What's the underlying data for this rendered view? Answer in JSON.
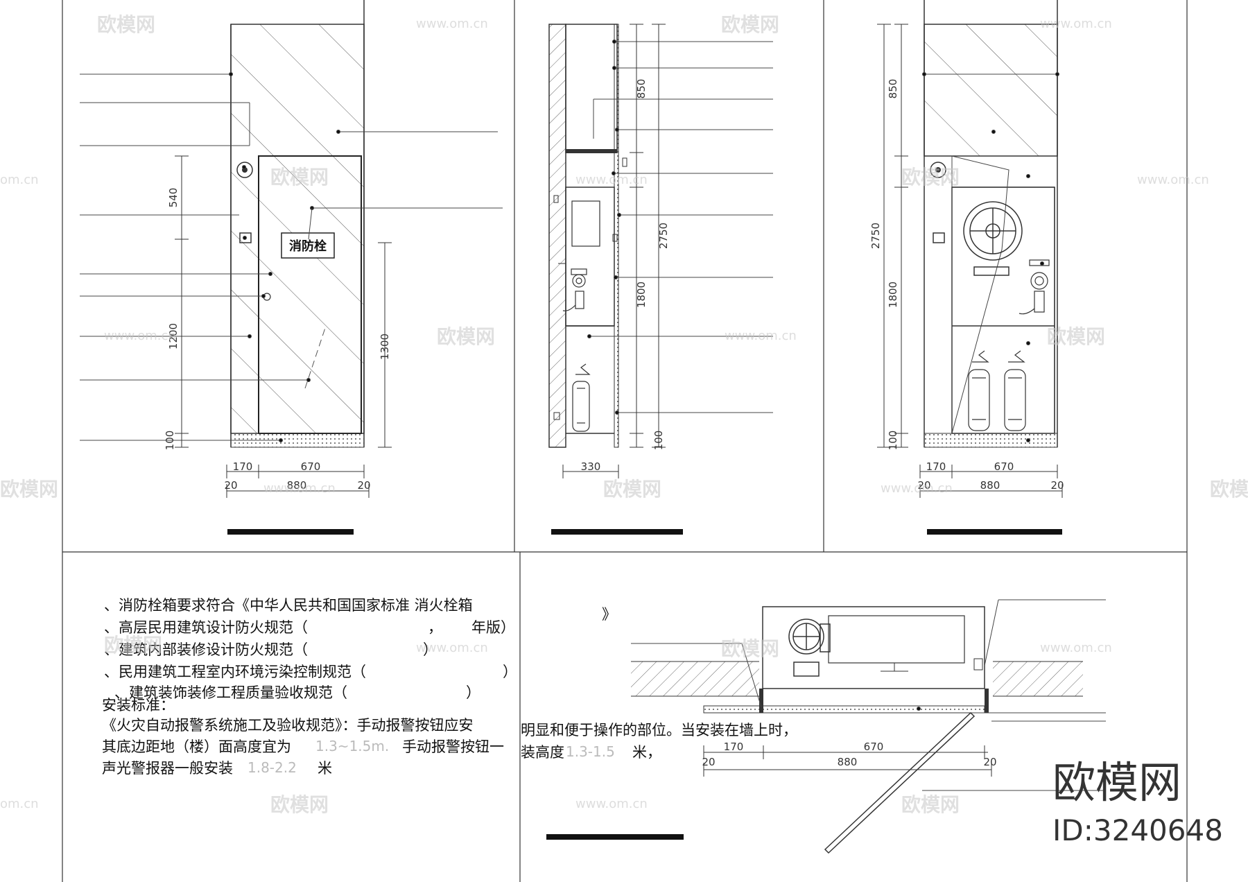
{
  "drawing": {
    "elevation_left": {
      "sign_text": "消防栓",
      "dims_v": [
        "540",
        "1200",
        "100",
        "1300"
      ],
      "dims_h": [
        "170",
        "670",
        "20",
        "880",
        "20"
      ]
    },
    "section_middle": {
      "dims_v": [
        "850",
        "2750",
        "1800",
        "100"
      ],
      "dims_h": [
        "330"
      ]
    },
    "elevation_right": {
      "dims_v": [
        "850",
        "2750",
        "1800",
        "100"
      ],
      "dims_h": [
        "170",
        "670",
        "20",
        "880",
        "20"
      ]
    },
    "plan": {
      "dims_h": [
        "170",
        "670",
        "20",
        "880",
        "20"
      ]
    }
  },
  "notes": {
    "lines": [
      "、消防栓箱要求符合《中华人民共和国国家标准 消火栓箱",
      "》",
      "、高层民用建筑设计防火规范（",
      "，",
      "年版）",
      "、建筑内部装修设计防火规范（",
      "）",
      "、民用建筑工程室内环境污染控制规范（",
      "）",
      "、建筑装饰装修工程质量验收规范（",
      "）",
      "安装标准：",
      "《火灾自动报警系统施工及验收规范》：手动报警按钮应安",
      "明显和便于操作的部位。当安装在墙上时，",
      "其底边距地（楼）面高度宜为",
      "1.3~1.5m.",
      "手动报警按钮一",
      "装高度",
      "1.3-1.5",
      "米，",
      "声光警报器一般安装",
      "1.8-2.2",
      "米"
    ]
  },
  "watermark": {
    "brand_cn": "欧模网",
    "url": "www.om.cn",
    "url_short": "om.cn",
    "id": "ID:3240648"
  },
  "colors": {
    "line": "#333333",
    "wall": "#555555",
    "watermark": "#c8c8c8"
  }
}
